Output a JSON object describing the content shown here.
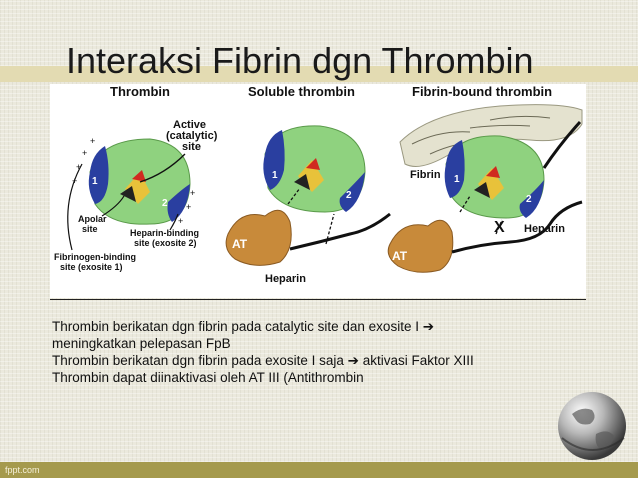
{
  "slide": {
    "title": "Interaksi Fibrin dgn Thrombin",
    "footer_brand": "fppt.com"
  },
  "figure": {
    "panel_titles": [
      "Thrombin",
      "Soluble thrombin",
      "Fibrin-bound thrombin"
    ],
    "labels": {
      "active_site_line1": "Active",
      "active_site_line2": "(catalytic)",
      "active_site_line3": "site",
      "apolar_line1": "Apolar",
      "apolar_line2": "site",
      "heparin_binding_line1": "Heparin-binding",
      "heparin_binding_line2": "site (exosite 2)",
      "fibrinogen_binding_line1": "Fibrinogen-binding",
      "fibrinogen_binding_line2": "site (exosite 1)",
      "at_1": "AT",
      "at_2": "AT",
      "heparin_1": "Heparin",
      "heparin_2": "Heparin",
      "fibrin": "Fibrin",
      "x_mark": "X",
      "exosite_1a": "1",
      "exosite_2a": "2",
      "exosite_1b": "1",
      "exosite_2b": "2",
      "exosite_1c": "1",
      "exosite_2c": "2"
    }
  },
  "body": {
    "line1": "Thrombin berikatan dgn fibrin pada catalytic site dan exosite I ➔",
    "line2": "meningkatkan pelepasan FpB",
    "line3": "Thrombin berikatan dgn fibrin pada exosite I saja ➔ aktivasi Faktor XIII",
    "line4": "Thrombin dapat diinaktivasi oleh AT III (Antithrombin"
  },
  "colors": {
    "thrombin_green": "#8fd27f",
    "exosite_blue": "#2a3fa0",
    "at_brown": "#c88a3a",
    "footer_band": "#a59a4d",
    "top_band": "#e3dbb2"
  }
}
